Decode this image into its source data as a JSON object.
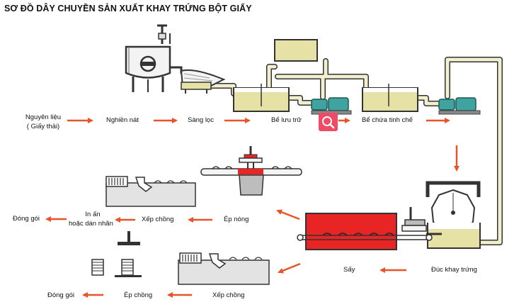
{
  "title": "SƠ ĐỒ DÂY CHUYỀN SẢN XUẤT KHAY TRỨNG BỘT GIẤY",
  "colors": {
    "arrow": "#e8542a",
    "pipe": "#f2efcf",
    "pipe_outline": "#222222",
    "liquid": "#e6e2a6",
    "press_red": "#ff1f1f",
    "pump": "#3fa4a0",
    "search_button": "#ef4b66"
  },
  "icons": {
    "zoom": "magnifier-icon"
  },
  "labels": {
    "raw_material_line1": "Nguyên liệu",
    "raw_material_line2": "( Giấy thải)",
    "crushing": "Nghiền nát",
    "filtering": "Sàng lọc",
    "storage_tank": "Bể lưu trữ",
    "refined_tank": "Bể chứa tinh chế",
    "molding": "Đúc khay trứng",
    "drying": "Sấy",
    "hot_press": "Ép nóng",
    "stacking_top": "Xếp chồng",
    "printing_line1": "In ấn",
    "printing_line2": "hoặc dán nhãn",
    "packing_top": "Đóng gói",
    "stacking_bottom": "Xếp chồng",
    "pressing_stack": "Ép chồng",
    "packing_bottom": "Đóng gói"
  }
}
